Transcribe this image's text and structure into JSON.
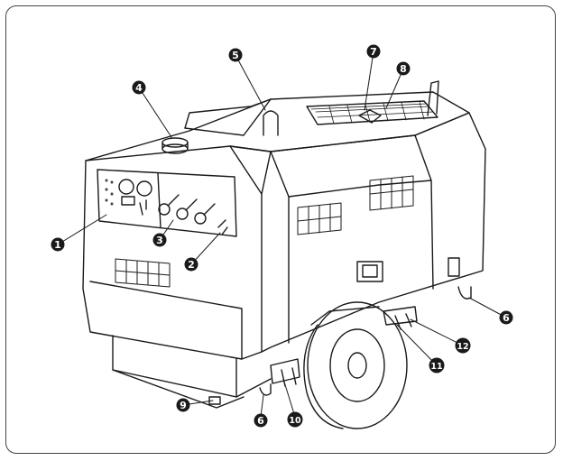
{
  "figure": {
    "callouts": [
      {
        "id": "c1",
        "label": "1"
      },
      {
        "id": "c2",
        "label": "2"
      },
      {
        "id": "c3",
        "label": "3"
      },
      {
        "id": "c4",
        "label": "4"
      },
      {
        "id": "c5",
        "label": "5"
      },
      {
        "id": "c6a",
        "label": "6"
      },
      {
        "id": "c6b",
        "label": "6"
      },
      {
        "id": "c7",
        "label": "7"
      },
      {
        "id": "c8",
        "label": "8"
      },
      {
        "id": "c9",
        "label": "9"
      },
      {
        "id": "c10",
        "label": "10"
      },
      {
        "id": "c11",
        "label": "11"
      },
      {
        "id": "c12",
        "label": "12"
      }
    ],
    "colors": {
      "ink": "#1a1a1a",
      "paper": "#ffffff",
      "frame": "#444444"
    }
  }
}
